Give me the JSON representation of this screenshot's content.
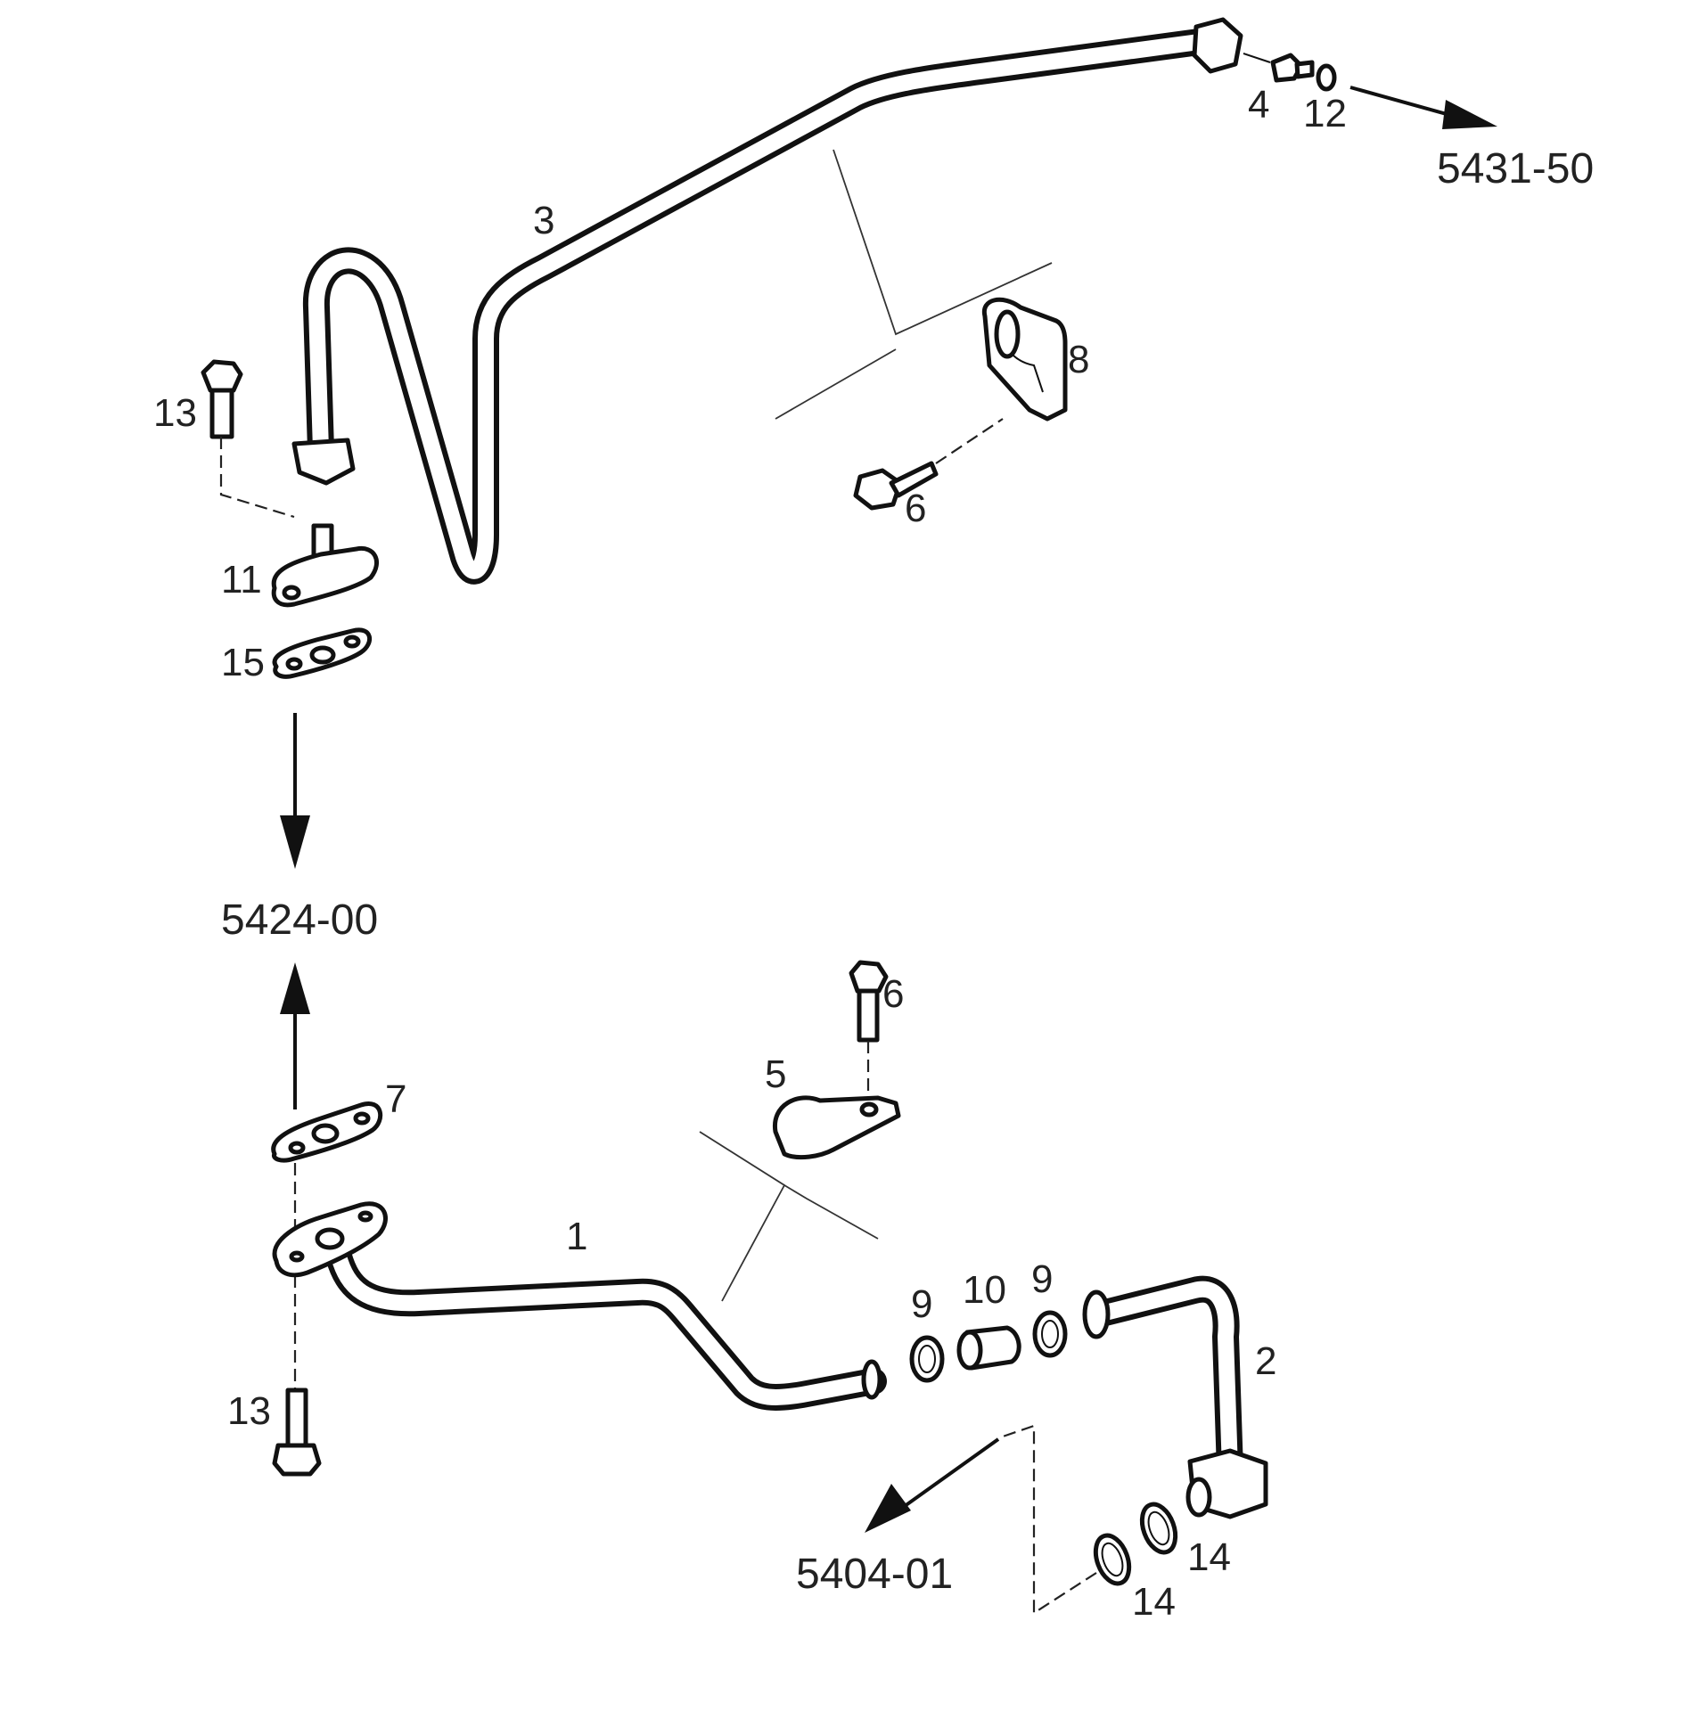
{
  "diagram": {
    "callouts": {
      "c1": "1",
      "c2": "2",
      "c3": "3",
      "c4": "4",
      "c5": "5",
      "c6_top": "6",
      "c6_bottom": "6",
      "c7": "7",
      "c8": "8",
      "c9_left": "9",
      "c9_right": "9",
      "c10": "10",
      "c11": "11",
      "c12": "12",
      "c13_top": "13",
      "c13_bottom": "13",
      "c14_upper": "14",
      "c14_lower": "14",
      "c15": "15"
    },
    "references": {
      "ref_top_right": "5431-50",
      "ref_left_middle": "5424-00",
      "ref_bottom": "5404-01"
    }
  }
}
